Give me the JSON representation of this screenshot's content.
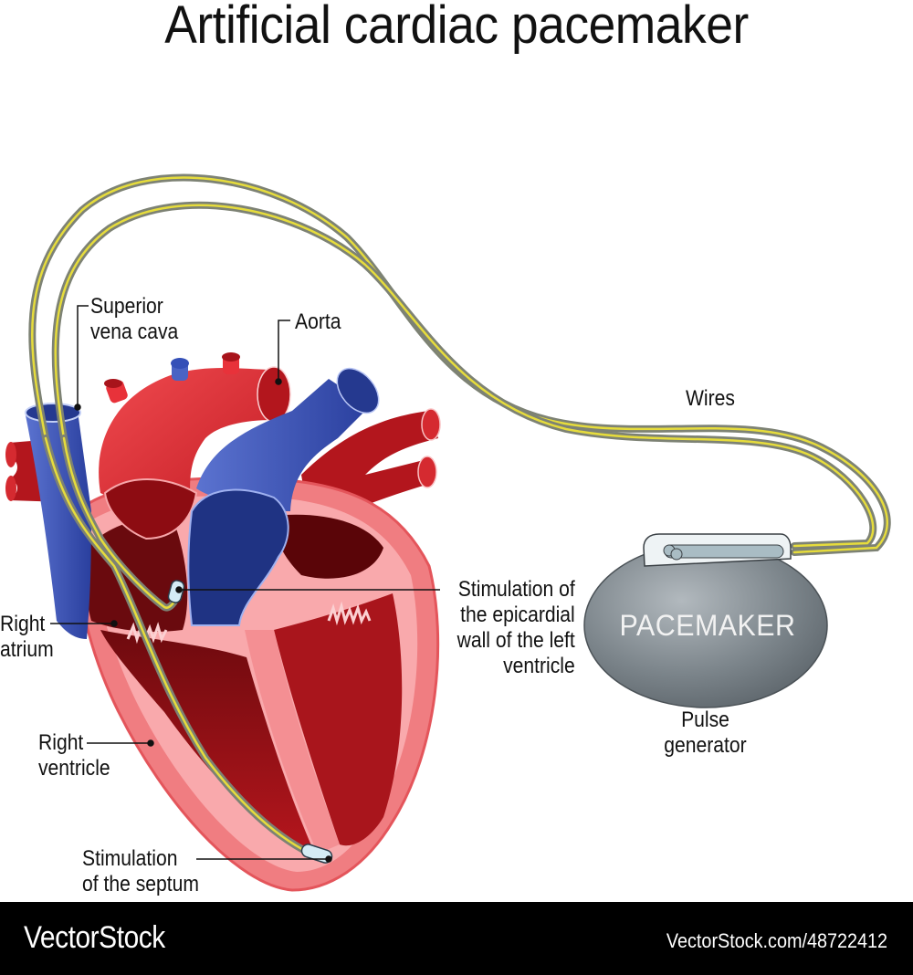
{
  "title": "Artificial cardiac pacemaker",
  "labels": {
    "superior_vena_cava": "Superior\nvena cava",
    "aorta": "Aorta",
    "wires": "Wires",
    "right_atrium": "Right\natrium",
    "right_ventricle": "Right\nventricle",
    "stimulation_left_ventricle": "Stimulation of\nthe epicardial\nwall of the left\nventricle",
    "stimulation_septum": "Stimulation\nof the septum",
    "pulse_generator": "Pulse\ngenerator"
  },
  "device": {
    "name": "PACEMAKER"
  },
  "colors": {
    "artery_red": "#e8323a",
    "artery_dark": "#9e0d14",
    "vein_blue": "#3450b8",
    "vein_dark": "#1b2f7a",
    "myocardium_pink": "#f48b8f",
    "wire_yellow": "#e6dc3c",
    "wire_gray": "#9a9f8e",
    "device_gray": "#7a8288"
  },
  "footer": {
    "brand": "VectorStock",
    "url": "VectorStock.com/48722412"
  }
}
